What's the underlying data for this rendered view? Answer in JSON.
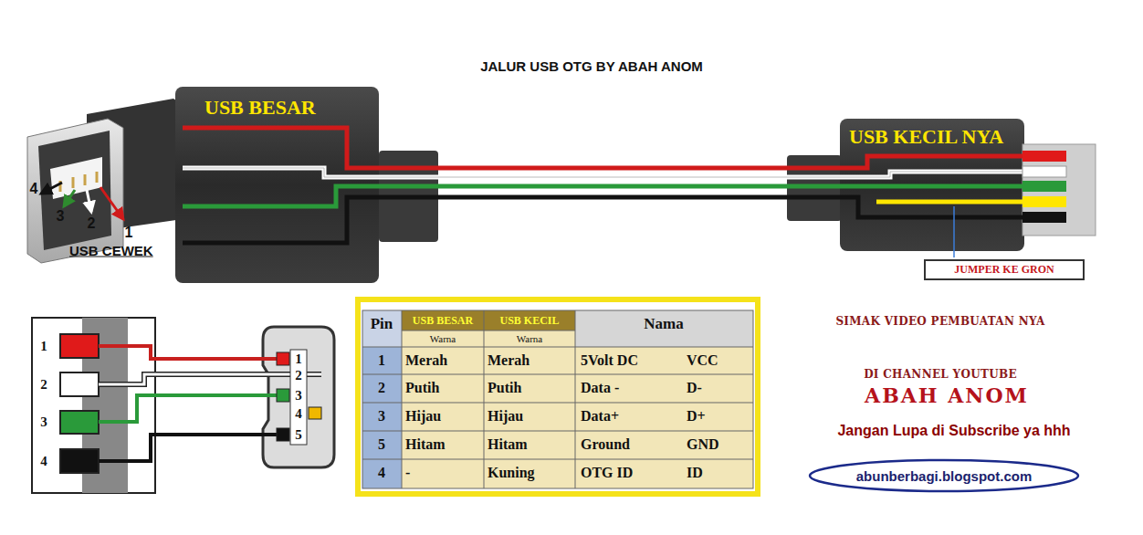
{
  "diagram": {
    "title": "JALUR USB OTG BY ABAH ANOM",
    "nodes": [
      {
        "text": [
          "JUMPER KE GRON"
        ]
      },
      {
        "text": [
          "abunberbagi.blogspot.com"
        ]
      }
    ],
    "labels": [
      "USB BESAR",
      "USB KECIL NYA",
      "4",
      "3",
      "2",
      "1",
      "USB CEWEK",
      "1",
      "2",
      "3",
      "4",
      "1",
      "2",
      "3",
      "4",
      "5",
      "Pin",
      "USB BESAR",
      "USB KECIL",
      "Nama",
      "Warna",
      "Warna",
      "1",
      "Merah",
      "Merah",
      "5Volt DC",
      "VCC",
      "2",
      "Putih",
      "Putih",
      "Data -",
      "D-",
      "3",
      "Hijau",
      "Hijau",
      "Data+",
      "D+",
      "5",
      "Hitam",
      "Hitam",
      "Ground",
      "GND",
      "4",
      "-",
      "Kuning",
      "OTG ID",
      "ID",
      "SIMAK VIDEO PEMBUATAN NYA",
      "DI CHANNEL YOUTUBE",
      "ABAH ANOM",
      "Jangan Lupa di Subscribe ya hhh"
    ]
  }
}
